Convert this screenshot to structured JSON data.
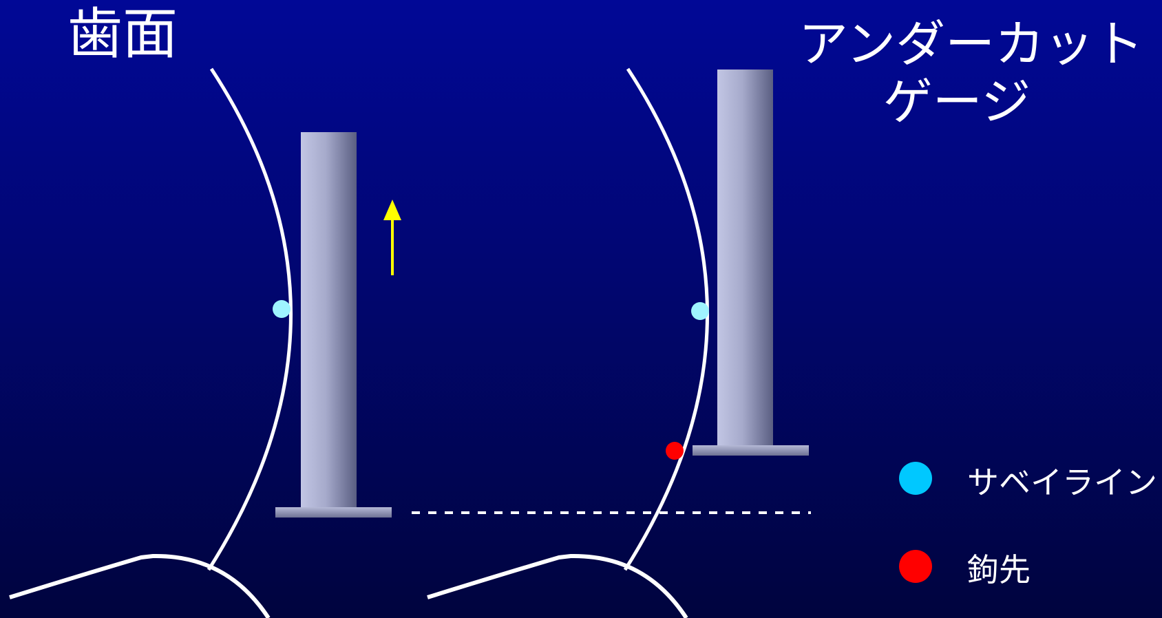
{
  "labels": {
    "tooth_surface": "歯面",
    "undercut_gauge_line1": "アンダーカット",
    "undercut_gauge_line2": "ゲージ"
  },
  "legend": [
    {
      "label": "サベイライン",
      "color": "#00c8ff"
    },
    {
      "label": "鉤先",
      "color": "#ff0000"
    }
  ],
  "colors": {
    "background": "#010670",
    "line": "#ffffff",
    "arrow": "#ffff00",
    "survey_point": "#9ff4ff",
    "clasp_tip": "#ff0000",
    "gauge_rod": "#9ea3c6"
  }
}
